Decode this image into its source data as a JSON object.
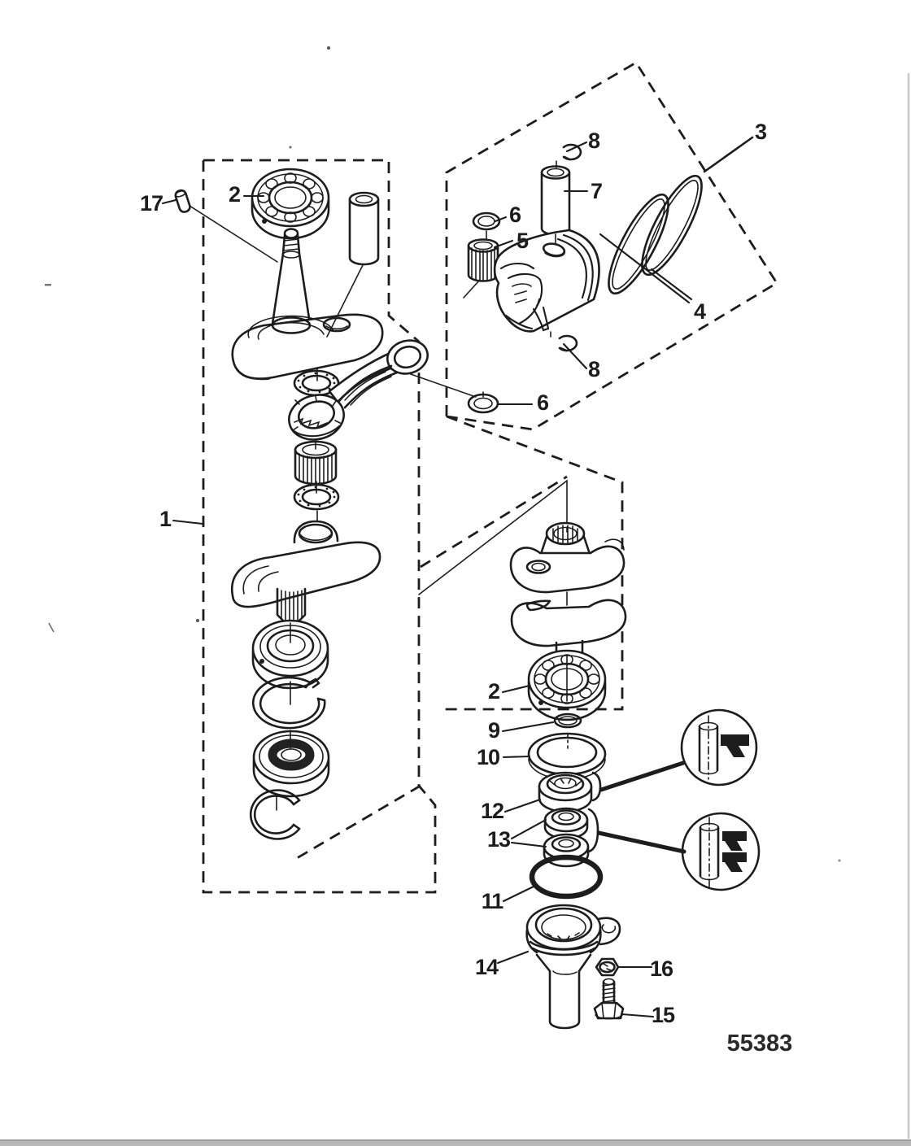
{
  "figure": {
    "type": "exploded-parts-diagram",
    "drawing_number": "55383"
  },
  "colors": {
    "ink": "#1d1d1d",
    "paper": "#ffffff",
    "scan_edge": "#b9b9b9"
  },
  "labels": {
    "n1": "1",
    "n2a": "2",
    "n2b": "2",
    "n3": "3",
    "n4": "4",
    "n5": "5",
    "n6a": "6",
    "n6b": "6",
    "n7": "7",
    "n8a": "8",
    "n8b": "8",
    "n9": "9",
    "n10": "10",
    "n11": "11",
    "n12": "12",
    "n13": "13",
    "n14": "14",
    "n15": "15",
    "n16": "16",
    "n17": "17"
  }
}
